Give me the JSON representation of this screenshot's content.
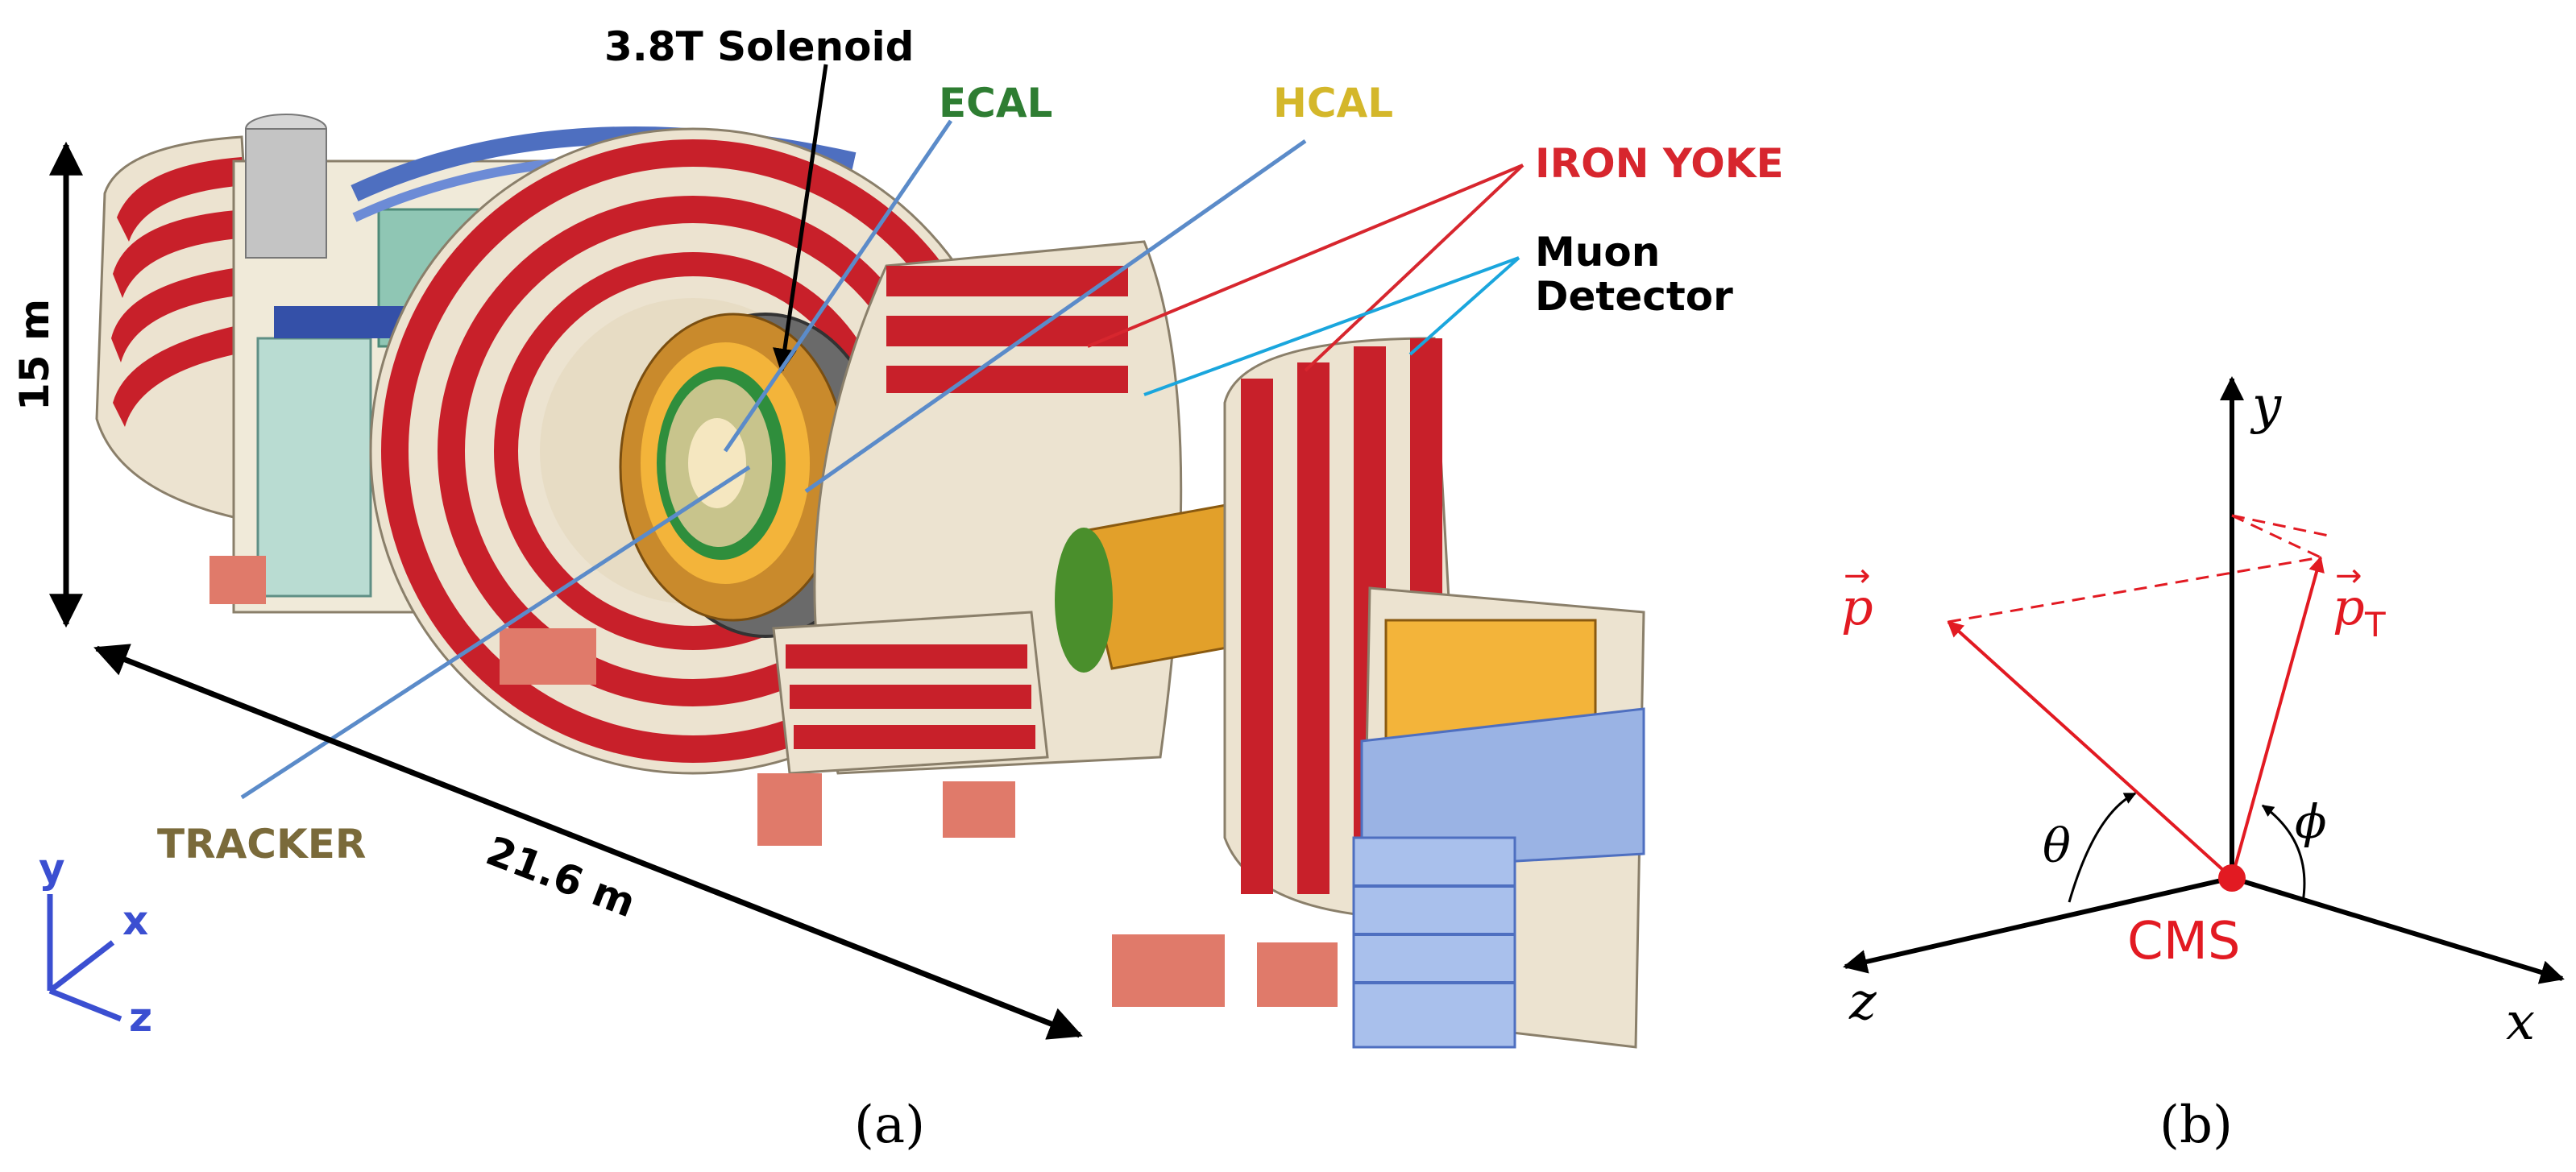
{
  "panel_a": {
    "labels": {
      "solenoid": "3.8T Solenoid",
      "ecal": "ECAL",
      "hcal": "HCAL",
      "iron_yoke": "IRON YOKE",
      "muon_1": "Muon",
      "muon_2": "Detector",
      "tracker": "TRACKER",
      "height": "15 m",
      "length": "21.6 m"
    },
    "axes": {
      "y": "y",
      "x": "x",
      "z": "z"
    },
    "colors": {
      "solenoid": "#000000",
      "ecal": "#2e7d32",
      "hcal": "#d4b72a",
      "iron_yoke": "#d7262e",
      "muon": "#000000",
      "tracker": "#7a6a3a",
      "axes": "#3b4fd1",
      "red_band": "#c8202a",
      "cream_band": "#ece3d0",
      "leader_blue": "#5b8bc9",
      "leader_cyan": "#1aa6dd"
    },
    "caption": "(a)"
  },
  "panel_b": {
    "axis_labels": {
      "y": "y",
      "z": "z",
      "x": "x"
    },
    "vectors": {
      "p": "p",
      "pt": "p",
      "pt_sub": "T"
    },
    "angles": {
      "theta": "θ",
      "phi": "ϕ"
    },
    "origin_label": "CMS",
    "colors": {
      "vector": "#e21a22",
      "axis": "#000000"
    },
    "caption": "(b)"
  }
}
